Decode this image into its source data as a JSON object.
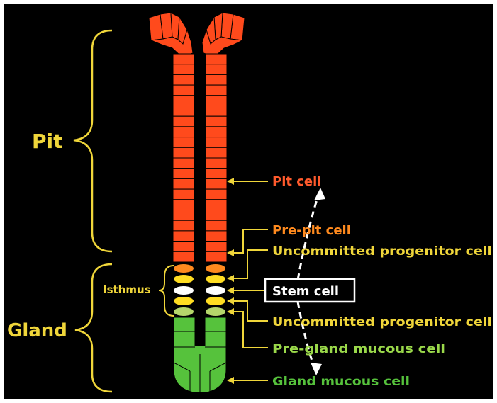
{
  "regions": {
    "pit": "Pit",
    "gland": "Gland",
    "isthmus": "Isthmus"
  },
  "labels": {
    "pit_cell": "Pit cell",
    "pre_pit_cell": "Pre-pit cell",
    "uncommitted_upper": "Uncommitted progenitor cell",
    "stem_cell": "Stem cell",
    "uncommitted_lower": "Uncommitted progenitor cell",
    "pre_gland_mucous_cell": "Pre-gland mucous cell",
    "gland_mucous_cell": "Gland mucous cell"
  },
  "colors": {
    "background": "#000000",
    "pit_cell": "#ff4a1c",
    "pre_pit": "#ff8a1e",
    "progenitor": "#ffdd22",
    "stem": "#ffffff",
    "pre_gland": "#b5d66b",
    "gland": "#56c23c",
    "bracket": "#f0d63a",
    "gland_label": "#9ad84a"
  }
}
